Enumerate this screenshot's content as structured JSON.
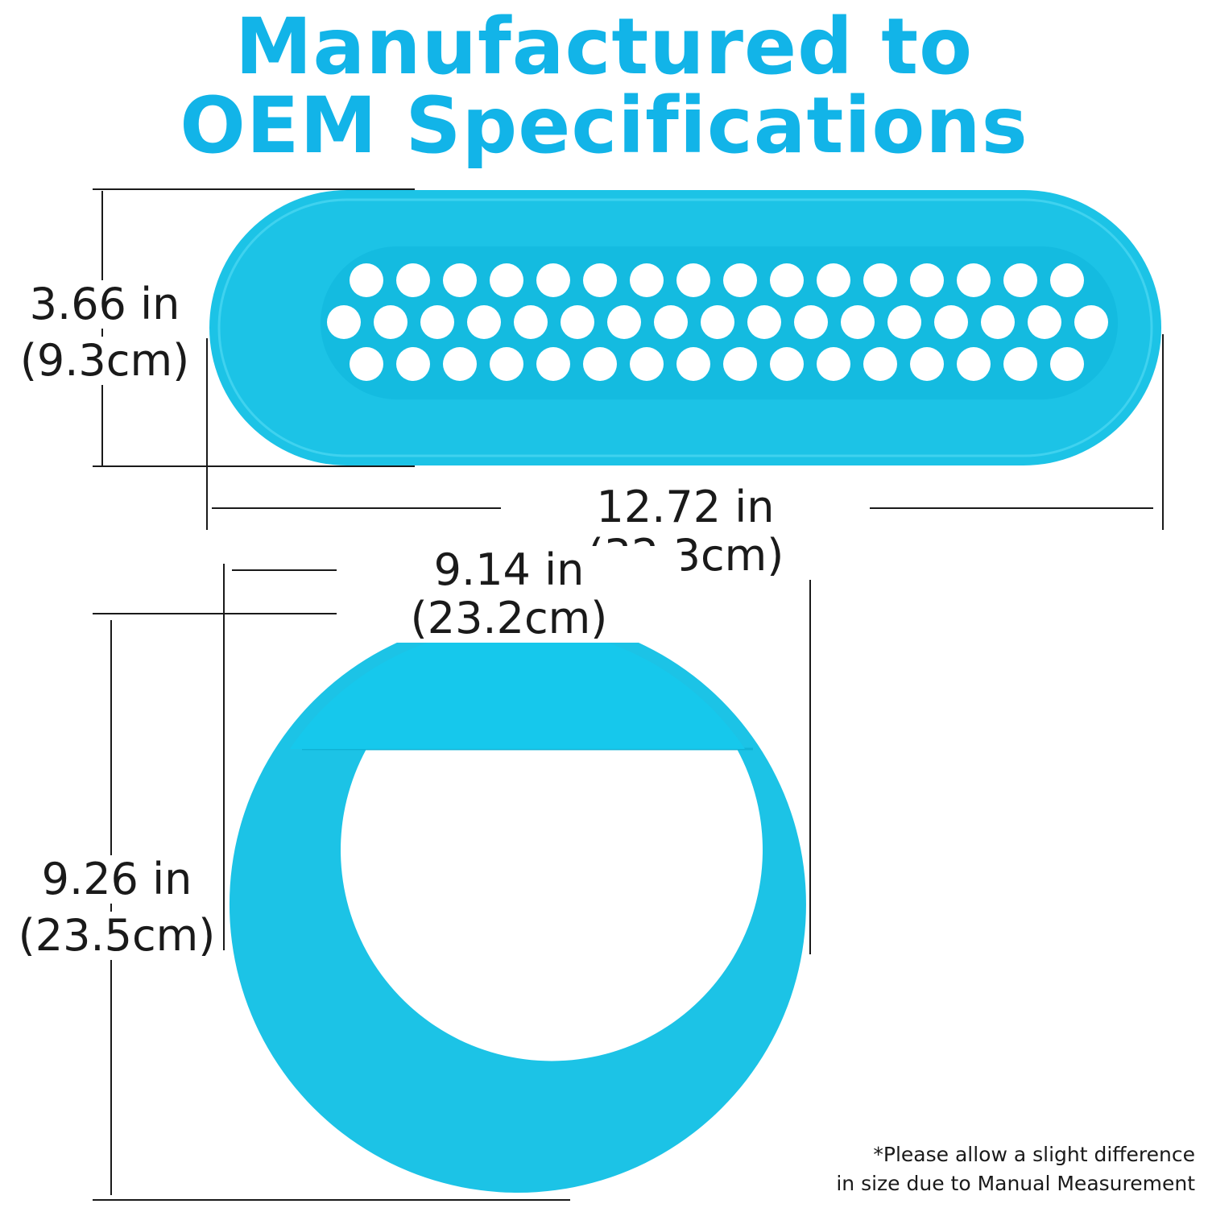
{
  "headline": {
    "line1": "Manufactured to",
    "line2": "OEM Specifications"
  },
  "colors": {
    "headline": "#12b4e8",
    "part": "#1cc3e6",
    "part_rim": "#39d0ee",
    "part_inner": "#13bde0",
    "dimension_line": "#1a1a1a"
  },
  "grille": {
    "height": {
      "inches": "3.66 in",
      "cm": "(9.3cm)"
    },
    "width": "12.72 in (32.3cm)"
  },
  "ring": {
    "width": "9.14 in (23.2cm)",
    "height": {
      "inches": "9.26 in",
      "cm": "(23.5cm)"
    }
  },
  "disclaimer": {
    "line1": "*Please allow a slight difference",
    "line2": "in size due to Manual Measurement"
  }
}
